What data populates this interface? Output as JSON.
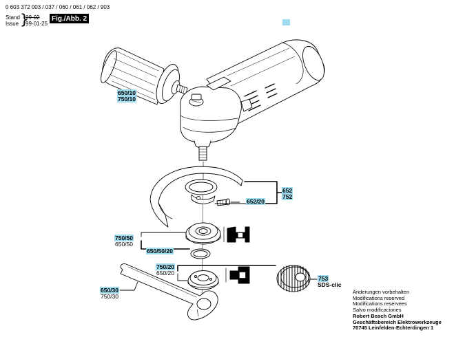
{
  "header": {
    "doc_number": "0 603 372 003 / 037 / 060 / 061 / 062 / 903",
    "stand_label": "Stand",
    "issue_label": "Issue",
    "stand_value": "99-02",
    "issue_value": "99-01-25",
    "figure_label": "Fig./Abb. 2"
  },
  "parts": {
    "handle": [
      "650/10",
      "750/10"
    ],
    "guard": [
      "652",
      "752"
    ],
    "guard_screw": "652/20",
    "flange": [
      "750/50",
      "650/50"
    ],
    "o_ring": "650/50/20",
    "nut": [
      "750/20",
      "650/20"
    ],
    "sds_nut": "753",
    "sds_label": "SDS-clic",
    "spanner": [
      "650/30",
      "750/30"
    ]
  },
  "footer": {
    "lines": [
      "Änderungen vorbehalten",
      "Modifications reserved",
      "Modifications reservees",
      "Salvo modificaciones"
    ],
    "company": [
      "Robert Bosch GmbH",
      "Geschäftsbereich Elektrowerkzeuge",
      "70745 Leinfelden-Echterdingen 1"
    ]
  },
  "colors": {
    "highlight": "#9fdcef",
    "ink": "#000000"
  }
}
